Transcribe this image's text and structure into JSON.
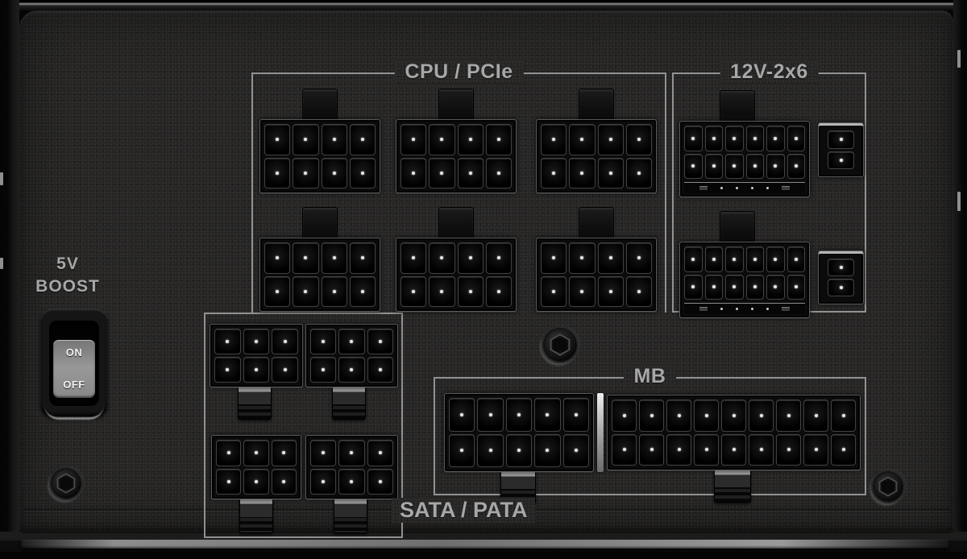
{
  "sections": {
    "cpu_pcie": {
      "label": "CPU / PCIe",
      "connector_count": 6,
      "connector_type": "8-pin",
      "pin_grid": "4x2"
    },
    "hpwr": {
      "label": "12V-2x6",
      "connector_count": 2,
      "pin_grid": "6x2",
      "sense_pins": 4,
      "side_pin_grid": "1x2"
    },
    "mb": {
      "label": "MB",
      "connectors": [
        {
          "pin_grid": "5x2"
        },
        {
          "pin_grid": "9x2"
        }
      ]
    },
    "sata_pata": {
      "label": "SATA / PATA",
      "connector_count": 4,
      "connector_type": "6-pin",
      "pin_grid": "3x2"
    }
  },
  "boost_switch": {
    "label_line1": "5V",
    "label_line2": "BOOST",
    "on": "ON",
    "off": "OFF"
  },
  "screws": {
    "count": 3
  },
  "colors": {
    "panel": "#272625",
    "outline": "#a6a6a6",
    "label_text": "#a7a7a7",
    "connector_body": "#0b0b0b",
    "pin_dot": "#e8e8e8",
    "rocker": "#8e8e8e"
  }
}
